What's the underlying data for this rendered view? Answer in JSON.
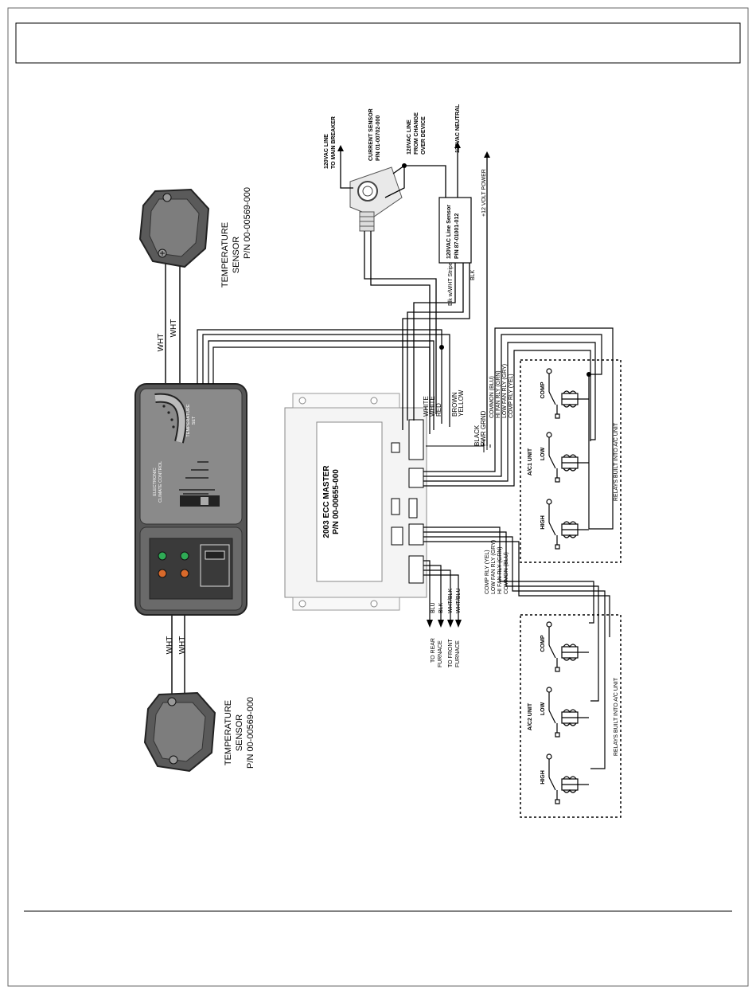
{
  "sensor_top": {
    "line1": "TEMPERATURE",
    "line2": "SENSOR",
    "line3": "P/N 00-00569-000"
  },
  "sensor_bottom": {
    "line1": "TEMPERATURE",
    "line2": "SENSOR",
    "line3": "P/N 00-00569-000"
  },
  "wire_wht": "WHT",
  "thermostat": {
    "brand_line1": "ELECTRONIC",
    "brand_line2": "CLIMATE CONTROL",
    "temp_line1": "TEMPERATURE",
    "temp_line2": "SET"
  },
  "ecc": {
    "title": "2003 ECC MASTER",
    "part": "P/N 00-00655-000"
  },
  "top_labels": {
    "line_main": [
      "120VAC LINE",
      "TO MAIN BREAKER"
    ],
    "current_sensor": [
      "CURRENT SENSOR",
      "P/N 01-00702-000"
    ],
    "line_change": [
      "120VAC LINE",
      "FROM CHANGE",
      "OVER DEVICE"
    ],
    "neutral": "120VAC NEUTRAL",
    "volt12": "+12 VOLT POWER",
    "line_sensor": [
      "120VAC Line Sensor",
      "P/N 87-01001-012"
    ],
    "blk_wht_stripe": "Blk w/WHT Stripe",
    "blk": "BLK"
  },
  "conn_wires": {
    "upper": [
      "WHITE",
      "WHITE",
      "RED",
      "BROWN",
      "YELLOW"
    ],
    "pwr": [
      "BLACK",
      "PWR GRND"
    ],
    "ac1": [
      "COMMON (BLU)",
      "HI FAN RLY (GRN)",
      "LOW FAN RLY (GRY)",
      "COMP RLY (YEL)"
    ],
    "ac2": [
      "COMP RLY (YEL)",
      "LOW FAN RLY (GRY)",
      "HI FAN RLY (GRN)",
      "COMMON (BLU)"
    ],
    "furnace": [
      "BLU",
      "BLK",
      "WHT/BLK",
      "WHT/BLU"
    ],
    "rear_furnace": [
      "TO REAR",
      "FURNACE"
    ],
    "front_furnace": [
      "TO FRONT",
      "FURNACE"
    ]
  },
  "ac1": {
    "unit": "A/C1 UNIT",
    "relays": [
      "COMP",
      "LOW",
      "HIGH"
    ],
    "note": "RELAYS BUILT INTO A/C UNIT"
  },
  "ac2": {
    "unit": "A/C2 UNIT",
    "relays": [
      "COMP",
      "LOW",
      "HIGH"
    ],
    "note": "RELAYS BUILT INTO A/C UNIT"
  }
}
